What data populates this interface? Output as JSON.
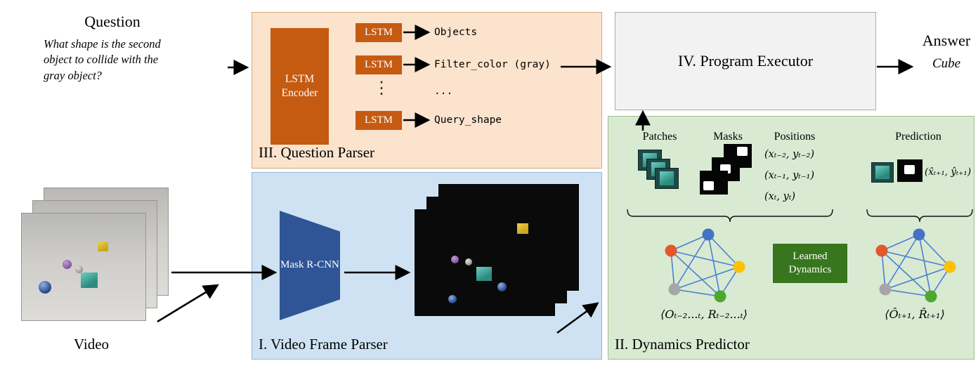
{
  "question": {
    "title": "Question",
    "lines": [
      "What shape is the second",
      "object to collide with the",
      "gray object?"
    ]
  },
  "answer": {
    "title": "Answer",
    "value": "Cube"
  },
  "question_parser": {
    "label": "III. Question Parser",
    "encoder": "LSTM Encoder",
    "lstm": "LSTM",
    "vdots": "⋮",
    "outputs": [
      "Objects",
      "Filter_color (gray)",
      "...",
      "Query_shape"
    ]
  },
  "program_executor": {
    "label": "IV. Program Executor"
  },
  "video": {
    "label": "Video"
  },
  "video_parser": {
    "label": "I. Video Frame Parser",
    "model": "Mask R-CNN"
  },
  "dynamics": {
    "label": "II. Dynamics Predictor",
    "headers": [
      "Patches",
      "Masks",
      "Positions",
      "Prediction"
    ],
    "positions": [
      "(xₜ₋₂, yₜ₋₂)",
      "(xₜ₋₁, yₜ₋₁)",
      "(xₜ, yₜ)"
    ],
    "prediction_position": "(x̂ₜ₊₁, ŷₜ₊₁)",
    "learned_dynamics": "Learned Dynamics",
    "left_caption": "⟨Oₜ₋₂...ₜ, Rₜ₋₂...ₜ⟩",
    "right_caption": "⟨Ôₜ₊₁, R̂ₜ₊₁⟩"
  },
  "colors": {
    "node_blue": "#4472c4",
    "node_orange": "#e2572b",
    "node_yellow": "#ffc000",
    "node_green": "#4ea72e",
    "node_gray": "#a6a6a6",
    "edge_blue": "#4a7fd4",
    "lstm_orange": "#c55a11",
    "question_parser_bg": "#fbe3cd",
    "video_parser_bg": "#cfe2f3",
    "dynamics_bg": "#d9ead3",
    "executor_bg": "#f2f2f2",
    "mask_rcnn_blue": "#2f5597",
    "learned_dynamics_green": "#38761d"
  }
}
